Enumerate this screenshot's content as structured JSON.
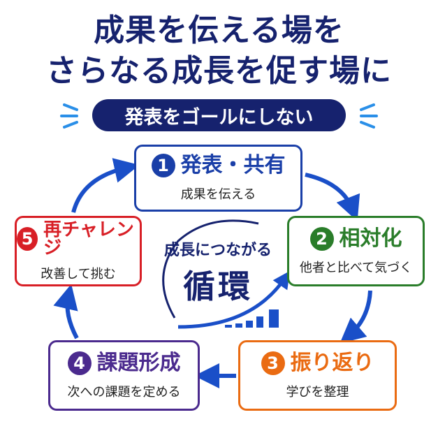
{
  "title": {
    "line1": "成果を伝える場を",
    "line2": "さらなる成長を促す場に"
  },
  "subtitle": "発表をゴールにしない",
  "center": {
    "top": "成長につながる",
    "main": "循環"
  },
  "steps": [
    {
      "num": "1",
      "title": "発表・共有",
      "desc": "成果を伝える",
      "color": "#1a3fa8"
    },
    {
      "num": "2",
      "title": "相対化",
      "desc": "他者と比べて気づく",
      "color": "#2a7d2a"
    },
    {
      "num": "3",
      "title": "振り返り",
      "desc": "学びを整理",
      "color": "#ea6b12"
    },
    {
      "num": "4",
      "title": "課題形成",
      "desc": "次への課題を定める",
      "color": "#4b2a8e"
    },
    {
      "num": "5",
      "title": "再チャレンジ",
      "desc": "改善して挑む",
      "color": "#d81f26"
    }
  ],
  "colors": {
    "navy": "#16226e",
    "arrow": "#1a4fc8",
    "accent": "#2a8fe8"
  }
}
